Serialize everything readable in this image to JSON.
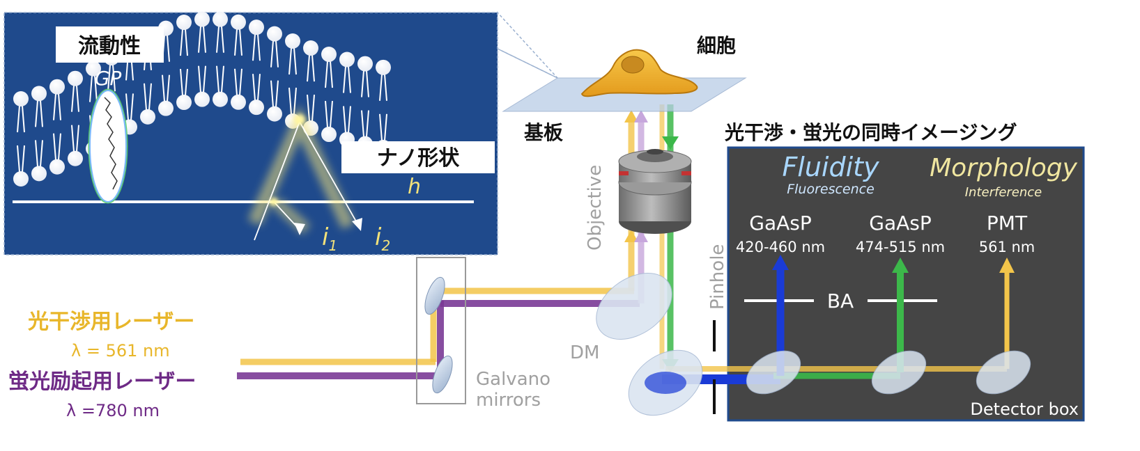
{
  "membrane_panel": {
    "fluidity_label": "流動性",
    "gp_label": "GP",
    "nanoshape_label": "ナノ形状",
    "height_symbol": "h",
    "intensity_1": "i",
    "intensity_1_sub": "1",
    "intensity_2": "i",
    "intensity_2_sub": "2"
  },
  "sample": {
    "cell_label": "細胞",
    "substrate_label": "基板"
  },
  "imaging_title": "光干渉・蛍光の同時イメージング",
  "detector_box": {
    "label": "Detector box",
    "fluidity_title": "Fluidity",
    "fluidity_sub": "Fluorescence",
    "morphology_title": "Morphology",
    "morphology_sub": "Interference",
    "ba_label": "BA",
    "detectors": [
      {
        "name": "GaAsP",
        "range": "420-460 nm"
      },
      {
        "name": "GaAsP",
        "range": "474-515 nm"
      },
      {
        "name": "PMT",
        "range": "561 nm"
      }
    ]
  },
  "optics": {
    "objective_label": "Objective",
    "pinhole_label": "Pinhole",
    "dm_label": "DM",
    "galvano_line1": "Galvano",
    "galvano_line2": "mirrors"
  },
  "lasers": {
    "interference_name": "光干渉用レーザー",
    "interference_wavelength": "λ = 561 nm",
    "excitation_name": "蛍光励起用レーザー",
    "excitation_wavelength": "λ =780 nm"
  },
  "colors": {
    "panel_blue": "#1f4a8c",
    "detector_gray": "#454545",
    "laser_yellow": "#f3c54a",
    "laser_purple": "#7b3a96",
    "fluor_blue": "#1a3bd6",
    "fluor_green": "#3cb84a",
    "text_yellow": "#e8b62a",
    "text_purple": "#6e2a86",
    "cell_orange": "#f0b030"
  }
}
